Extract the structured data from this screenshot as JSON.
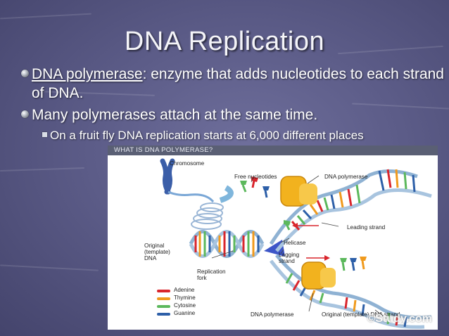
{
  "slide": {
    "title": "DNA Replication",
    "bullets": [
      {
        "term": "DNA polymerase",
        "text": ": enzyme that adds nucleotides to each strand of DNA."
      },
      {
        "text": "Many polymerases attach at the same time."
      },
      {
        "text": "On a fruit fly DNA replication starts at 6,000 different places"
      }
    ]
  },
  "figure": {
    "header": "WHAT IS DNA POLYMERASE?",
    "labels": {
      "chromosome": "Chromosome",
      "free_nucleotides": "Free nucleotides",
      "dna_polymerase_top": "DNA polymerase",
      "leading_strand": "Leading strand",
      "original_template": "Original\n(template)\nDNA",
      "helicase": "Helicase",
      "lagging_strand": "Lagging\nstrand",
      "replication_fork": "Replication\nfork",
      "dna_polymerase_bottom": "DNA polymerase",
      "original_template_bottom": "Original (template) DNA strand"
    },
    "legend": [
      {
        "name": "Adenine",
        "color": "#d9252c"
      },
      {
        "name": "Thymine",
        "color": "#f09a1d"
      },
      {
        "name": "Cytosine",
        "color": "#5cb85c"
      },
      {
        "name": "Guanine",
        "color": "#2d5fa8"
      }
    ],
    "watermark": "©Study.com"
  }
}
